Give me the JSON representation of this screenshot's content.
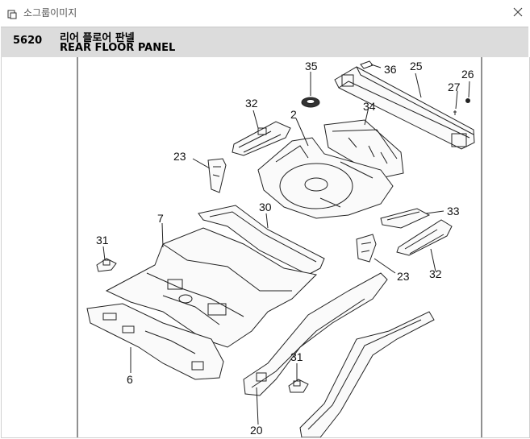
{
  "window": {
    "title": "소그룹이미지",
    "icon": "window-app-icon",
    "close_icon": "close-icon"
  },
  "group": {
    "code": "5620",
    "name_ko": "리어 플로어 판넬",
    "name_en": "REAR FLOOR PANEL"
  },
  "callouts": {
    "c35": "35",
    "c36": "36",
    "c25": "25",
    "c27": "27",
    "c26": "26",
    "c32a": "32",
    "c2": "2",
    "c34": "34",
    "c23a": "23",
    "c7": "7",
    "c30": "30",
    "c33": "33",
    "c31a": "31",
    "c23b": "23",
    "c32b": "32",
    "c6": "6",
    "c31b": "31",
    "c20": "20"
  }
}
